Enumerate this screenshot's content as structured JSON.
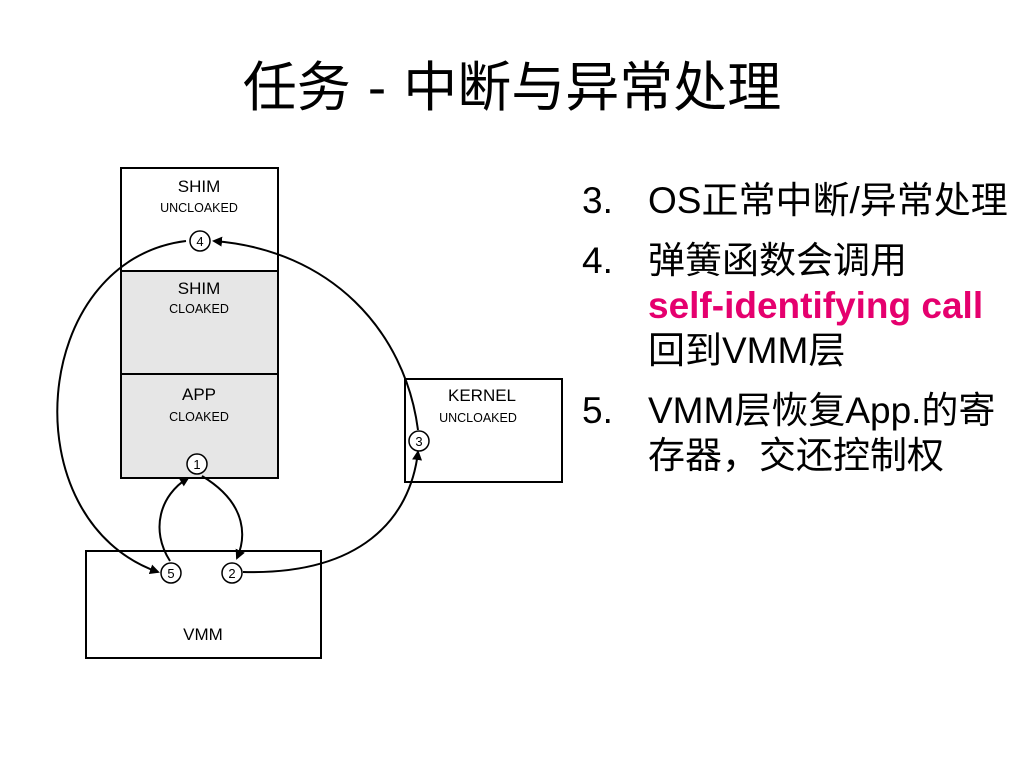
{
  "slide": {
    "title": "任务 - 中断与异常处理"
  },
  "diagram": {
    "boxes": {
      "shim_uncloaked": {
        "title": "SHIM",
        "subtitle": "UNCLOAKED"
      },
      "shim_cloaked": {
        "title": "SHIM",
        "subtitle": "CLOAKED"
      },
      "app_cloaked": {
        "title": "APP",
        "subtitle": "CLOAKED"
      },
      "kernel": {
        "title": "KERNEL",
        "subtitle": "UNCLOAKED"
      },
      "vmm": {
        "title": "VMM"
      }
    },
    "markers": [
      "1",
      "2",
      "3",
      "4",
      "5"
    ],
    "colors": {
      "cloaked_fill": "#e6e6e6",
      "stroke": "#000000"
    }
  },
  "bullets": [
    {
      "num": "3.",
      "text": "OS正常中断/异常处理"
    },
    {
      "num": "4.",
      "text_before": "弹簧函数会调用",
      "highlight": "self-identifying call",
      "text_after": "回到VMM层"
    },
    {
      "num": "5.",
      "text": "VMM层恢复App.的寄存器，交还控制权"
    }
  ],
  "colors": {
    "highlight": "#e5006e"
  }
}
